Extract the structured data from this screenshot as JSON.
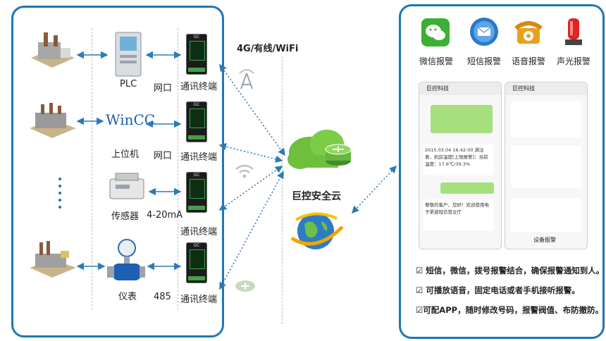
{
  "left": {
    "rows": [
      {
        "device": "PLC",
        "link": "网口",
        "terminal": "通讯终端"
      },
      {
        "device": "上位机",
        "link": "网口",
        "terminal": "通讯终端"
      },
      {
        "device": "传感器",
        "link": "4-20mA",
        "terminal": "通讯终端"
      },
      {
        "device": "仪表",
        "link": "485",
        "terminal": "通讯终端"
      }
    ],
    "wincc_logo": "WinCC",
    "terminal_badge": "GC"
  },
  "middle": {
    "network_label": "4G/有线/WiFi",
    "cloud_label": "巨控安全云"
  },
  "right": {
    "alarms": [
      {
        "label": "微信报警",
        "icon": "wechat-icon"
      },
      {
        "label": "短信报警",
        "icon": "sms-icon"
      },
      {
        "label": "语音报警",
        "icon": "telephone-icon"
      },
      {
        "label": "声光报警",
        "icon": "siren-icon"
      }
    ],
    "phone_left": {
      "title": "巨控科技",
      "messages": [
        "尊敬的客户，您好！欢迎使用电子渠道短信营业厅",
        "2015.03.04 16:42:00 满注意，机房温度[上限报警]：当前温度：17.6℃/39.3%"
      ]
    },
    "phone_right": {
      "title": "巨控科技",
      "footer": "设备报警"
    },
    "bullets": [
      "☑ 短信，微信，拨号报警结合，确保报警通知到人。",
      "☑ 可播放语音，固定电话或者手机接听报警。",
      "☑可配APP，随时修改号码，报警阀值、布防撤防。"
    ]
  },
  "colors": {
    "panel_border": "#1f77b4",
    "arrow": "#2c7bb6",
    "dotted": "#2a6fb3"
  }
}
